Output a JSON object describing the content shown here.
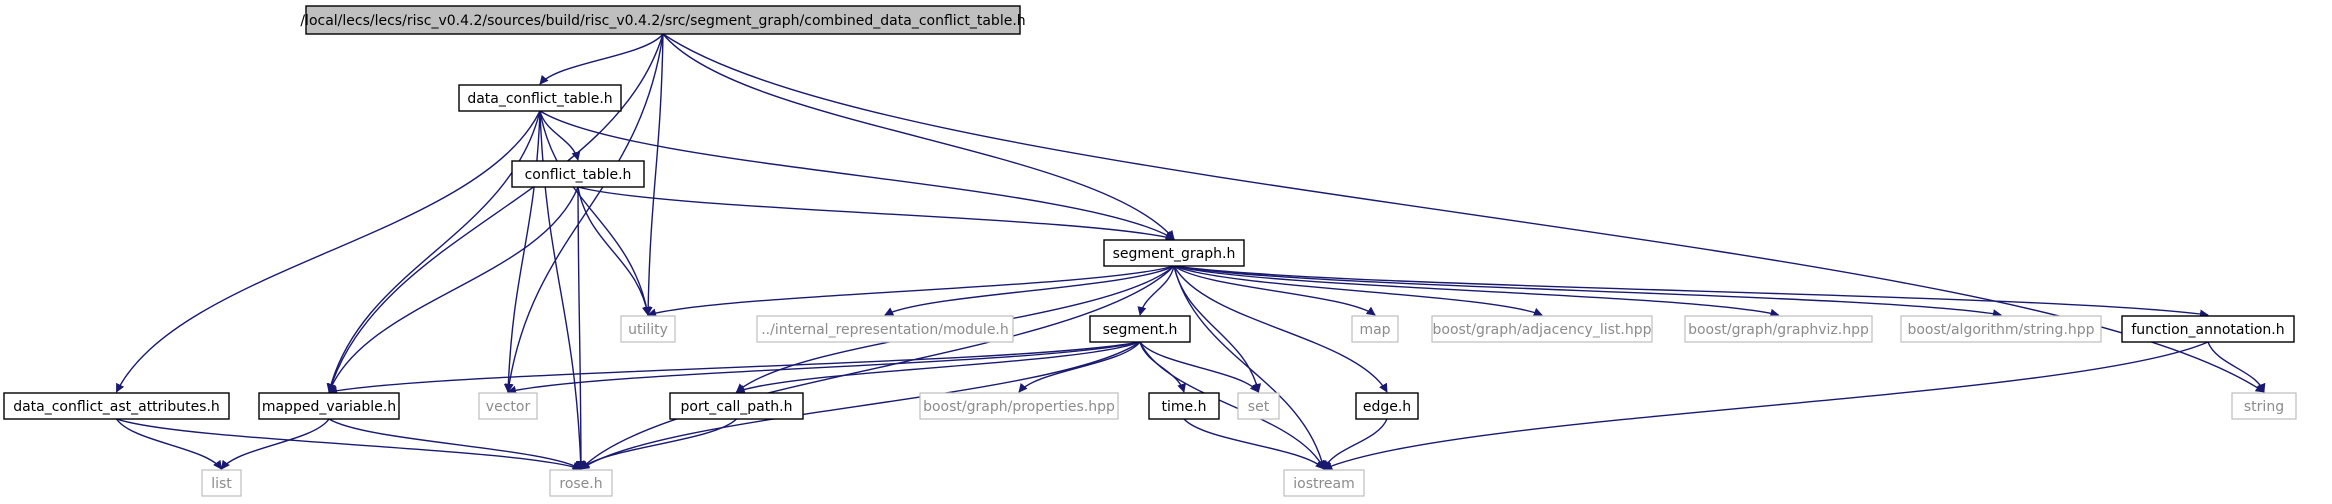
{
  "graph": {
    "root": "/local/lecs/lecs/risc_v0.4.2/sources/build/risc_v0.4.2/src/segment_graph/combined_data_conflict_table.h",
    "nodes": [
      {
        "id": "root",
        "label": "/local/lecs/lecs/risc_v0.4.2/sources/build/risc_v0.4.2/src/segment_graph/combined_data_conflict_table.h",
        "kind": "root"
      },
      {
        "id": "data_conflict_table",
        "label": "data_conflict_table.h",
        "kind": "local"
      },
      {
        "id": "conflict_table",
        "label": "conflict_table.h",
        "kind": "local"
      },
      {
        "id": "segment_graph",
        "label": "segment_graph.h",
        "kind": "local"
      },
      {
        "id": "utility",
        "label": "utility",
        "kind": "system"
      },
      {
        "id": "module",
        "label": "../internal_representation/module.h",
        "kind": "system"
      },
      {
        "id": "segment",
        "label": "segment.h",
        "kind": "local"
      },
      {
        "id": "map",
        "label": "map",
        "kind": "system"
      },
      {
        "id": "adjacency_list",
        "label": "boost/graph/adjacency_list.hpp",
        "kind": "system"
      },
      {
        "id": "graphviz",
        "label": "boost/graph/graphviz.hpp",
        "kind": "system"
      },
      {
        "id": "algo_string",
        "label": "boost/algorithm/string.hpp",
        "kind": "system"
      },
      {
        "id": "function_annotation",
        "label": "function_annotation.h",
        "kind": "local"
      },
      {
        "id": "dc_ast_attrs",
        "label": "data_conflict_ast_attributes.h",
        "kind": "local"
      },
      {
        "id": "mapped_variable",
        "label": "mapped_variable.h",
        "kind": "local"
      },
      {
        "id": "vector",
        "label": "vector",
        "kind": "system"
      },
      {
        "id": "port_call_path",
        "label": "port_call_path.h",
        "kind": "local"
      },
      {
        "id": "properties",
        "label": "boost/graph/properties.hpp",
        "kind": "system"
      },
      {
        "id": "time",
        "label": "time.h",
        "kind": "local"
      },
      {
        "id": "set",
        "label": "set",
        "kind": "system"
      },
      {
        "id": "edge",
        "label": "edge.h",
        "kind": "local"
      },
      {
        "id": "string",
        "label": "string",
        "kind": "system"
      },
      {
        "id": "list",
        "label": "list",
        "kind": "system"
      },
      {
        "id": "rose",
        "label": "rose.h",
        "kind": "system"
      },
      {
        "id": "iostream",
        "label": "iostream",
        "kind": "system"
      }
    ],
    "edges": [
      [
        "root",
        "data_conflict_table"
      ],
      [
        "root",
        "vector"
      ],
      [
        "root",
        "utility"
      ],
      [
        "root",
        "segment_graph"
      ],
      [
        "root",
        "mapped_variable"
      ],
      [
        "root",
        "string"
      ],
      [
        "data_conflict_table",
        "conflict_table"
      ],
      [
        "data_conflict_table",
        "utility"
      ],
      [
        "data_conflict_table",
        "segment_graph"
      ],
      [
        "data_conflict_table",
        "dc_ast_attrs"
      ],
      [
        "data_conflict_table",
        "mapped_variable"
      ],
      [
        "data_conflict_table",
        "vector"
      ],
      [
        "data_conflict_table",
        "rose"
      ],
      [
        "conflict_table",
        "segment_graph"
      ],
      [
        "conflict_table",
        "utility"
      ],
      [
        "conflict_table",
        "mapped_variable"
      ],
      [
        "conflict_table",
        "rose"
      ],
      [
        "segment_graph",
        "utility"
      ],
      [
        "segment_graph",
        "module"
      ],
      [
        "segment_graph",
        "segment"
      ],
      [
        "segment_graph",
        "map"
      ],
      [
        "segment_graph",
        "adjacency_list"
      ],
      [
        "segment_graph",
        "graphviz"
      ],
      [
        "segment_graph",
        "algo_string"
      ],
      [
        "segment_graph",
        "function_annotation"
      ],
      [
        "segment_graph",
        "port_call_path"
      ],
      [
        "segment_graph",
        "set"
      ],
      [
        "segment_graph",
        "edge"
      ],
      [
        "segment_graph",
        "iostream"
      ],
      [
        "segment_graph",
        "rose"
      ],
      [
        "segment",
        "mapped_variable"
      ],
      [
        "segment",
        "vector"
      ],
      [
        "segment",
        "port_call_path"
      ],
      [
        "segment",
        "properties"
      ],
      [
        "segment",
        "time"
      ],
      [
        "segment",
        "set"
      ],
      [
        "segment",
        "iostream"
      ],
      [
        "segment",
        "rose"
      ],
      [
        "function_annotation",
        "string"
      ],
      [
        "function_annotation",
        "iostream"
      ],
      [
        "dc_ast_attrs",
        "list"
      ],
      [
        "dc_ast_attrs",
        "rose"
      ],
      [
        "mapped_variable",
        "list"
      ],
      [
        "mapped_variable",
        "rose"
      ],
      [
        "port_call_path",
        "rose"
      ],
      [
        "time",
        "iostream"
      ],
      [
        "edge",
        "iostream"
      ]
    ],
    "colors": {
      "edge": "#191970",
      "root_fill": "#bfbfbf",
      "local_border": "#000000",
      "system_border": "#bfbfbf",
      "system_text": "#8c8c8c"
    }
  }
}
